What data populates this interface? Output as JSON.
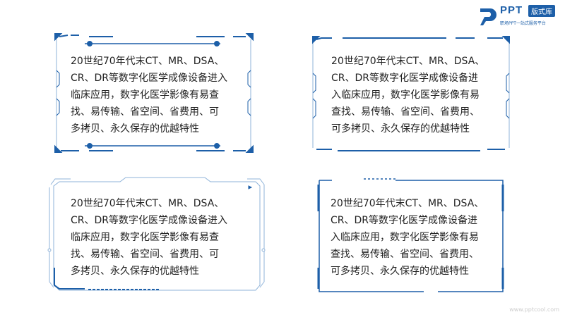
{
  "logo": {
    "brand": "PPT",
    "badge": "版式库",
    "tagline": "职场PPT一站式服务平台"
  },
  "watermark": "www.pptcool.com",
  "colors": {
    "primary": "#1d5fa8",
    "light": "#8fb3d9"
  },
  "cards": [
    {
      "lines": [
        "20世纪70年代末CT、MR、DSA、",
        "CR、DR等数字化医学成像设备进入",
        "临床应用，数字化医学影像有易查",
        "找、易传输、省空间、省费用、可",
        "多拷贝、永久保存的优越特性"
      ]
    },
    {
      "lines": [
        "20世纪70年代末CT、MR、DSA、",
        "CR、DR等数字化医学成像设备进",
        "入临床应用，数字化医学影像有易",
        "查找、易传输、省空间、省费用、",
        "可多拷贝、永久保存的优越特性"
      ]
    },
    {
      "lines": [
        "20世纪70年代末CT、MR、DSA、",
        "CR、DR等数字化医学成像设备进入",
        "临床应用，数字化医学影像有易查",
        "找、易传输、省空间、省费用、可",
        "多拷贝、永久保存的优越特性"
      ]
    },
    {
      "lines": [
        "20世纪70年代末CT、MR、DSA、",
        "CR、DR等数字化医学成像设备进",
        "入临床应用，数字化医学影像有易",
        "查找、易传输、省空间、省费用、",
        "可多拷贝、永久保存的优越特性"
      ]
    }
  ]
}
